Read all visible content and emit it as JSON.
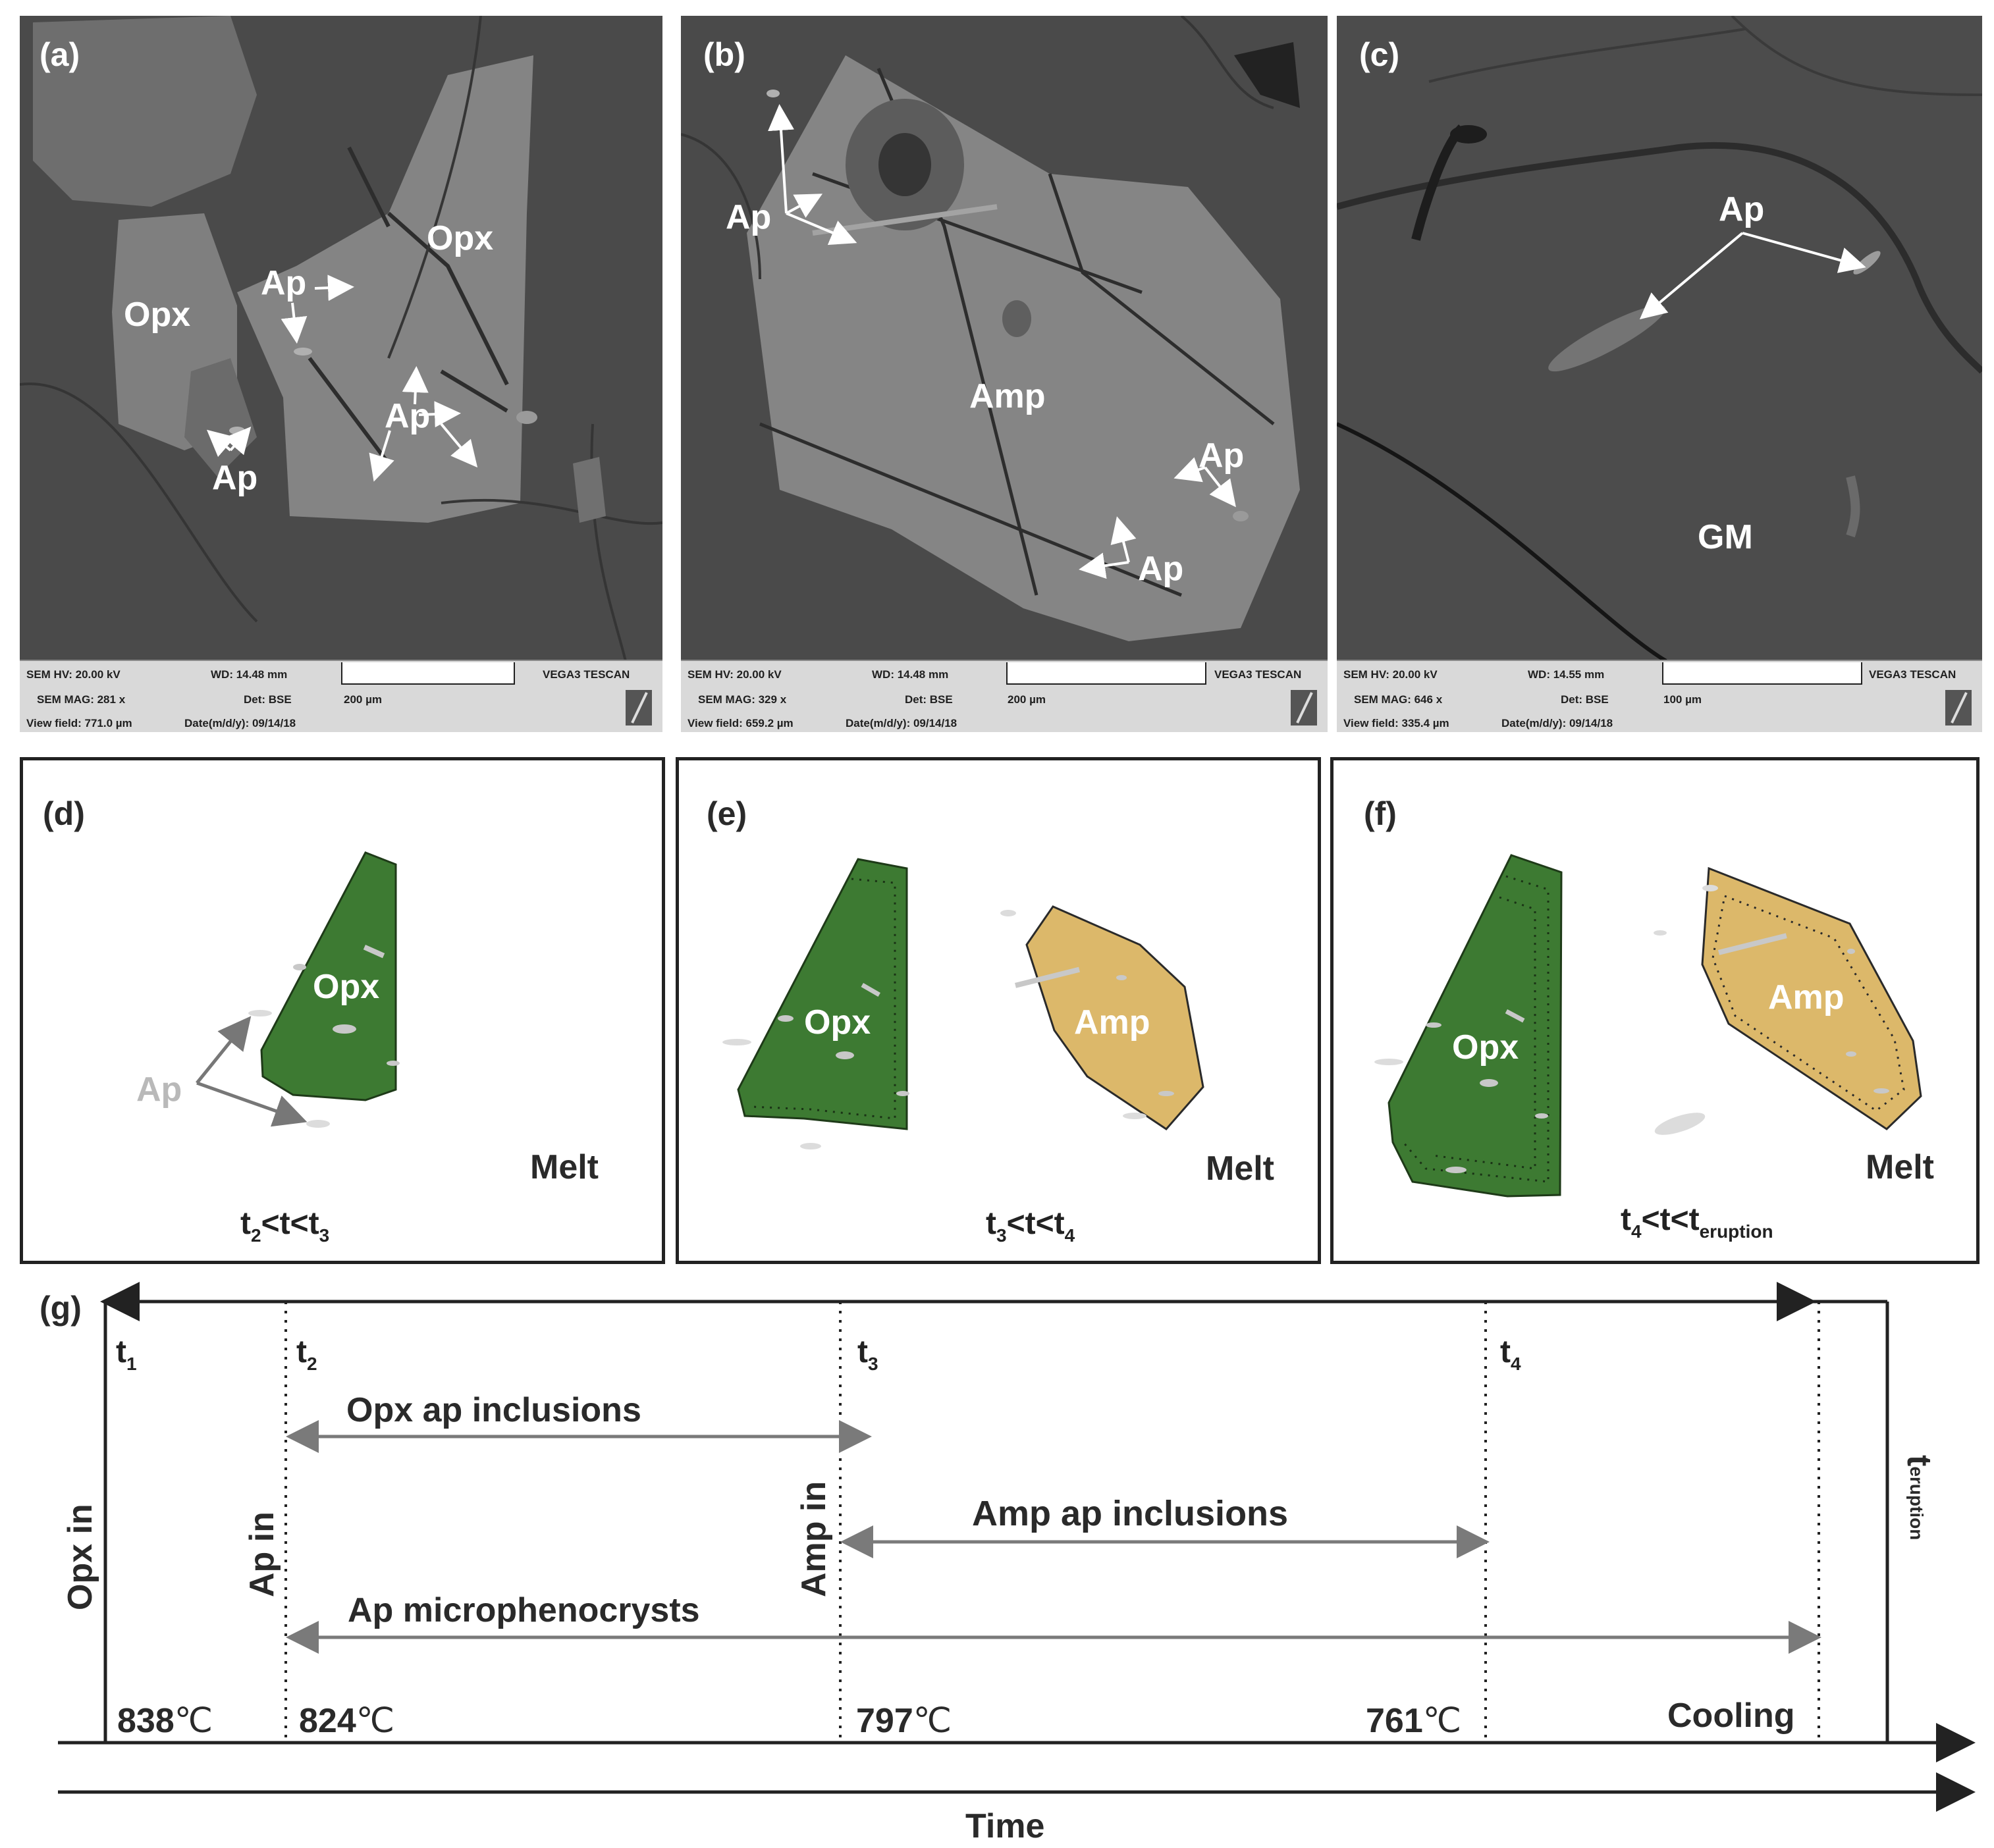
{
  "panels": {
    "a": {
      "label": "(a)",
      "minerals": [
        "Opx",
        "Opx",
        "Ap",
        "Ap",
        "Ap"
      ],
      "databar": {
        "hv": "SEM HV: 20.00 kV",
        "wd": "WD: 14.48 mm",
        "brand": "VEGA3 TESCAN",
        "mag": "SEM MAG: 281 x",
        "det": "Det: BSE",
        "scale": "200 µm",
        "vf": "View field: 771.0 µm",
        "date": "Date(m/d/y): 09/14/18"
      }
    },
    "b": {
      "label": "(b)",
      "minerals": [
        "Ap",
        "Amp",
        "Ap",
        "Ap"
      ],
      "databar": {
        "hv": "SEM HV: 20.00 kV",
        "wd": "WD: 14.48 mm",
        "brand": "VEGA3 TESCAN",
        "mag": "SEM MAG: 329 x",
        "det": "Det: BSE",
        "scale": "200 µm",
        "vf": "View field: 659.2 µm",
        "date": "Date(m/d/y): 09/14/18"
      }
    },
    "c": {
      "label": "(c)",
      "minerals": [
        "Ap",
        "GM"
      ],
      "databar": {
        "hv": "SEM HV: 20.00 kV",
        "wd": "WD: 14.55 mm",
        "brand": "VEGA3 TESCAN",
        "mag": "SEM MAG: 646 x",
        "det": "Det: BSE",
        "scale": "100 µm",
        "vf": "View field: 335.4 µm",
        "date": "Date(m/d/y): 09/14/18"
      }
    },
    "d": {
      "label": "(d)",
      "opx": "Opx",
      "ap": "Ap",
      "melt": "Melt",
      "time": {
        "t": "t",
        "s1": "2",
        "mid": "<t<t",
        "s2": "3"
      }
    },
    "e": {
      "label": "(e)",
      "opx": "Opx",
      "amp": "Amp",
      "melt": "Melt",
      "time": {
        "t": "t",
        "s1": "3",
        "mid": "<t<t",
        "s2": "4"
      }
    },
    "f": {
      "label": "(f)",
      "opx": "Opx",
      "amp": "Amp",
      "melt": "Melt",
      "time": {
        "t": "t",
        "s1": "4",
        "mid": "<t<t",
        "s2": "eruption"
      }
    }
  },
  "timeline": {
    "label": "(g)",
    "ticks": [
      {
        "t": "t",
        "sub": "1"
      },
      {
        "t": "t",
        "sub": "2"
      },
      {
        "t": "t",
        "sub": "3"
      },
      {
        "t": "t",
        "sub": "4"
      }
    ],
    "eruption": {
      "t": "t",
      "sub": "eruption"
    },
    "events": {
      "opx_in": "Opx in",
      "ap_in": "Ap in",
      "amp_in": "Amp in"
    },
    "ranges": {
      "opx_ap": "Opx ap inclusions",
      "amp_ap": "Amp ap inclusions",
      "ap_micro": "Ap microphenocrysts"
    },
    "temps": [
      {
        "value": "838",
        "unit": "℃"
      },
      {
        "value": "824",
        "unit": "℃"
      },
      {
        "value": "797",
        "unit": "℃"
      },
      {
        "value": "761",
        "unit": "℃"
      }
    ],
    "cooling": "Cooling",
    "time": "Time"
  },
  "colors": {
    "opx": "#3d7a32",
    "amp": "#dcb86a",
    "sem_bg": "#4b4b4b",
    "apatite": "#c8c8c8"
  }
}
